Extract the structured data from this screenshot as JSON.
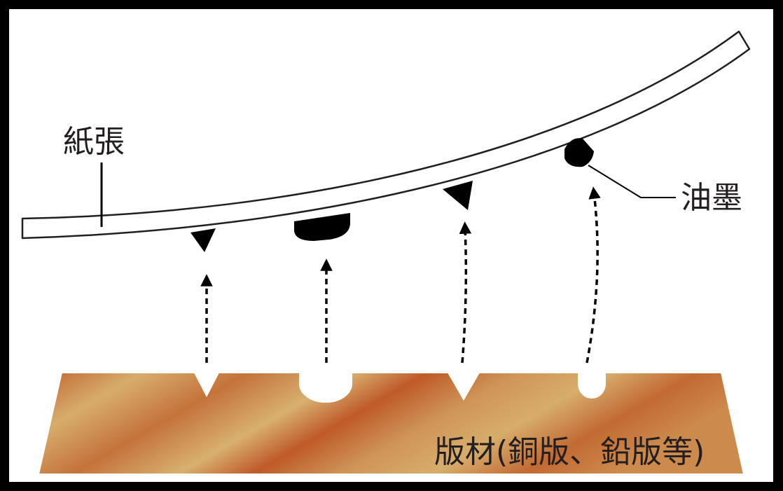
{
  "labels": {
    "paper": "紙張",
    "ink": "油墨",
    "plate": "版材(銅版、鉛版等)"
  },
  "colors": {
    "background": "#ffffff",
    "frame": "#000000",
    "ink": "#000000",
    "plate_dark": "#c05a2a",
    "plate_light": "#d9b070"
  }
}
